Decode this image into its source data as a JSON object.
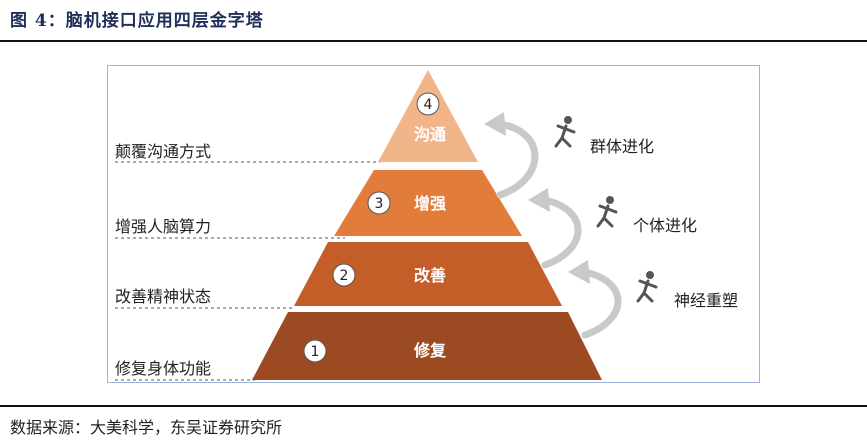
{
  "figure_title": "图 4：脑机接口应用四层金字塔",
  "source_note": "数据来源：大美科学，东吴证券研究所",
  "pyramid": {
    "levels": [
      {
        "number": "4",
        "label": "沟通",
        "side_label": "颠覆沟通方式",
        "color": "#f2b58a"
      },
      {
        "number": "3",
        "label": "增强",
        "side_label": "增强人脑算力",
        "color": "#e27c3a"
      },
      {
        "number": "2",
        "label": "改善",
        "side_label": "改善精神状态",
        "color": "#c45e28"
      },
      {
        "number": "1",
        "label": "修复",
        "side_label": "修复身体功能",
        "color": "#9b4a22"
      }
    ],
    "evolution": [
      {
        "label": "群体进化",
        "icon": "running-person-icon"
      },
      {
        "label": "个体进化",
        "icon": "running-person-icon"
      },
      {
        "label": "神经重塑",
        "icon": "running-person-icon"
      }
    ]
  }
}
